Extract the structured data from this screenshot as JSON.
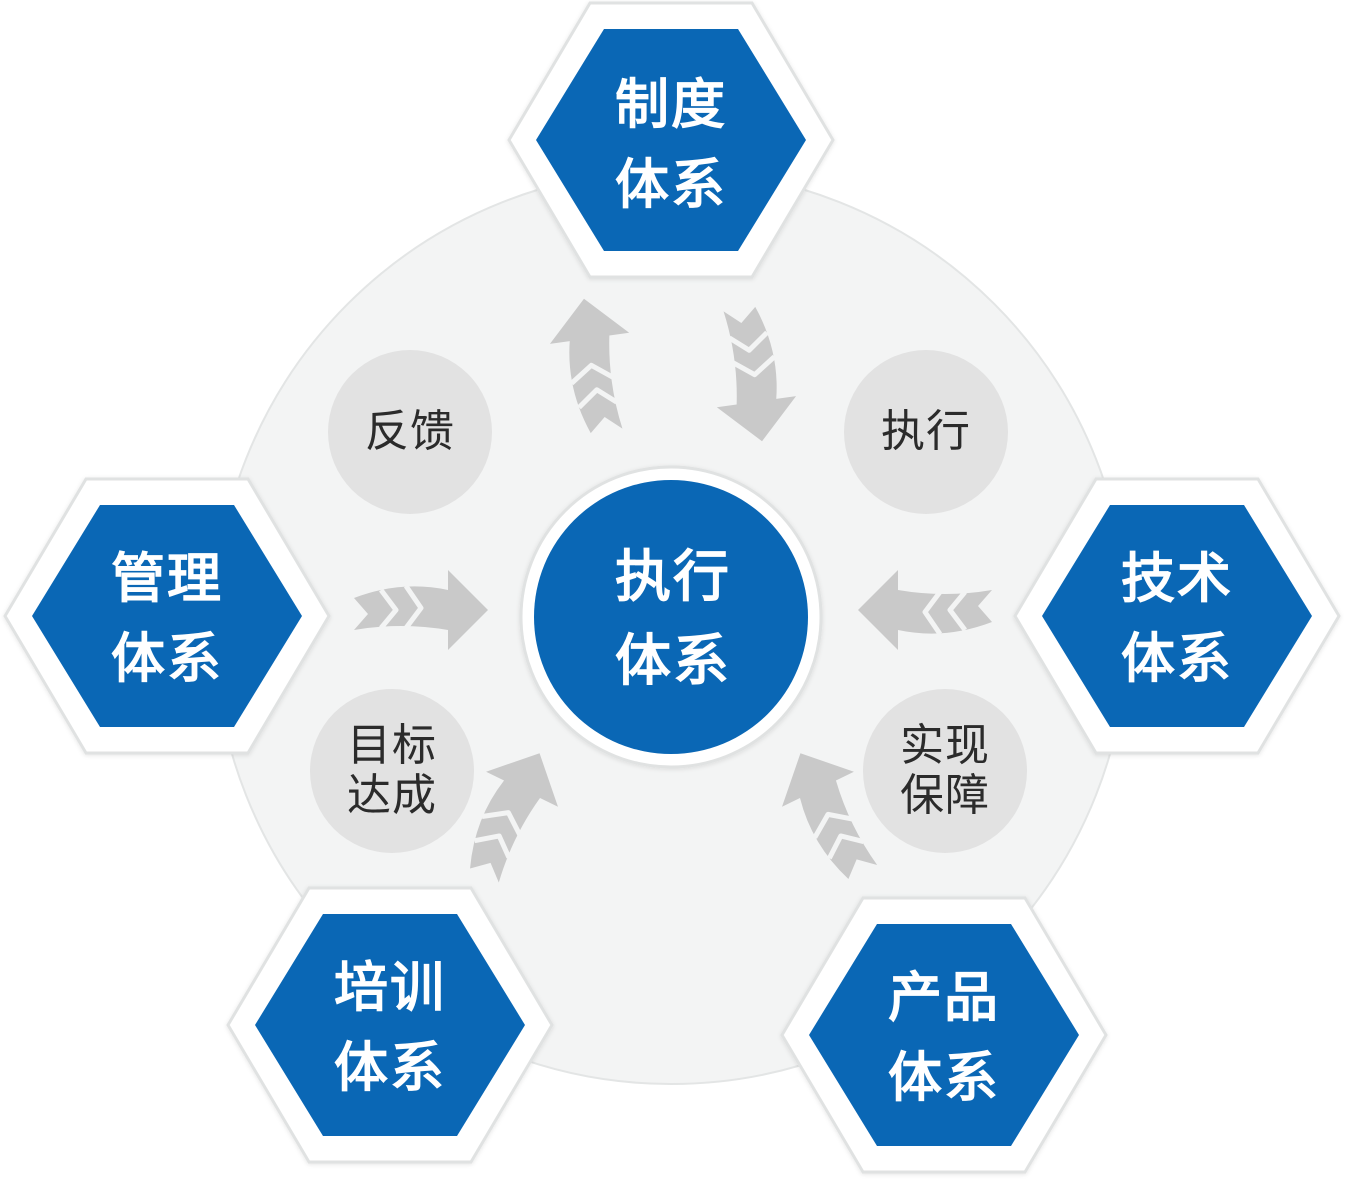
{
  "colors": {
    "accent_blue": "#0a67b5",
    "hex_outline": "#ffffff",
    "ring_fill": "#f3f4f4",
    "bubble_fill": "#e2e2e2",
    "arrow_fill": "#c9c9c9",
    "label_dark": "#2b2b2b"
  },
  "center": {
    "line1": "执行",
    "line2": "体系"
  },
  "hexagons": {
    "top": {
      "line1": "制度",
      "line2": "体系"
    },
    "left": {
      "line1": "管理",
      "line2": "体系"
    },
    "right": {
      "line1": "技术",
      "line2": "体系"
    },
    "bottom_left": {
      "line1": "培训",
      "line2": "体系"
    },
    "bottom_right": {
      "line1": "产品",
      "line2": "体系"
    }
  },
  "bubbles": {
    "feedback": {
      "line1": "反馈"
    },
    "execution": {
      "line1": "执行"
    },
    "goal": {
      "line1": "目标",
      "line2": "达成"
    },
    "guarantee": {
      "line1": "实现",
      "line2": "保障"
    }
  },
  "icons": [
    "chevron-arrow-icon"
  ]
}
